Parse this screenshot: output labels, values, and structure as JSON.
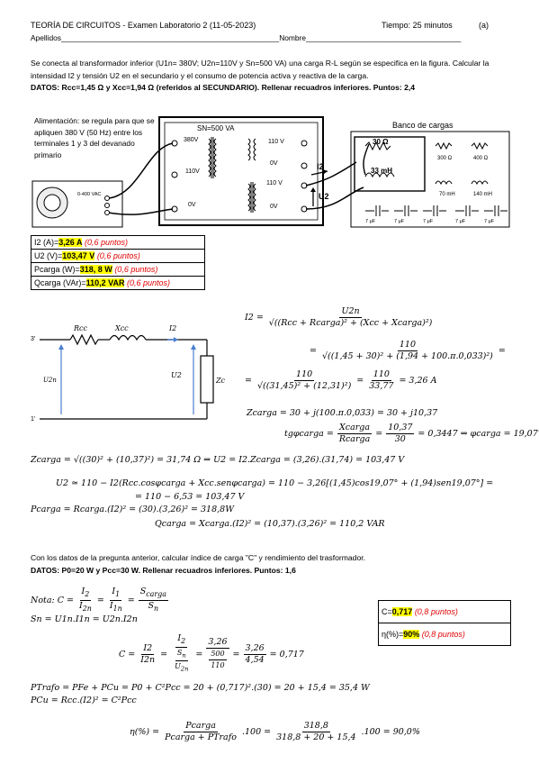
{
  "header": {
    "title": "TEORÍA DE CIRCUITOS - Examen Laboratorio 2 (11-05-2023)",
    "time": "Tiempo: 25 minutos",
    "variant": "(a)",
    "apellidos": "Apellidos____________________________________________________Nombre_____________________________________",
    "intro1": "Se conecta al transformador inferior (U1n= 380V; U2n=110V y Sn=500 VA) una carga R-L según se especifica en la figura. Calcular la intensidad I2 y tensión U2 en el secundario y el consumo de potencia activa y reactiva de la carga.",
    "datos1": "DATOS: Rcc=1,45 Ω y Xcc=1,94 Ω (referidos al SECUNDARIO). Rellenar recuadros inferiores. Puntos: 2,4"
  },
  "figure": {
    "note": "Alimentación: se regula para que se apliquen 380 V (50 Hz) entre los terminales 1 y 3 del devanado primario",
    "sn": "SN=500 VA",
    "v380": "380V",
    "v110a": "110V",
    "v0a": "0V",
    "v110b": "110 V",
    "v0b": "0V",
    "v110c": "110 V",
    "v0c": "0V",
    "vac": "0-400 VAC",
    "banco": "Banco de cargas",
    "r30": "30 Ω",
    "l33": "33 mH",
    "r300": "300 Ω",
    "r400": "400 Ω",
    "l70": "70 mH",
    "l140": "140 mH",
    "c7": "7 μF",
    "i2": "I2",
    "u2": "U2"
  },
  "answers1": [
    {
      "label": "I2 (A)=",
      "value": "3,26 A",
      "pts": "(0,6 puntos)"
    },
    {
      "label": "U2 (V)=",
      "value": "103,47 V",
      "pts": "(0,6 puntos)"
    },
    {
      "label": "Pcarga (W)=",
      "value": "318, 8 W",
      "pts": "(0,6 puntos)"
    },
    {
      "label": "Qcarga (VAr)=",
      "value": "110,2 VAR",
      "pts": "(0,6 puntos)"
    }
  ],
  "circuit": {
    "rcc": "Rcc",
    "xcc": "Xcc",
    "i2": "I2",
    "u2n": "U2n",
    "u2": "U2",
    "zc": "Zc",
    "n3": "3'",
    "n1": "1'"
  },
  "calc1": {
    "i2_eq": "I2 =",
    "i2_num": "U2n",
    "i2_den": "√((Rcc + Rcarga)² + (Xcc + Xcarga)²)",
    "eq2_num": "110",
    "eq2_den": "√((1,45 + 30)² + (1,94 + 100.π.0,033)²)",
    "eq3_num": "110",
    "eq3_den": "√((31,45)² + (12,31)²)",
    "eq3_num2": "110",
    "eq3_den2": "33,77",
    "eq3_res": "= 3,26 A",
    "zcarga": "Zcarga = 30 + j(100.π.0,033) = 30 + j10,37",
    "tg": "tgφcarga =",
    "tg_num": "Xcarga",
    "tg_den": "Rcarga",
    "tg_num2": "10,37",
    "tg_den2": "30",
    "tg_res": "= 0,3447 ⇒ φcarga = 19,07°",
    "zmod": "Zcarga = √((30)² + (10,37)²) = 31,74 Ω ⇒ U2 = I2.Zcarga = (3,26).(31,74) = 103,47 V",
    "u2approx": "U2 ≃ 110 − I2(Rcc.cosφcarga + Xcc.senφcarga) = 110 − 3,26[(1,45)cos19,07° + (1,94)sen19,07°] =",
    "u2res": "= 110 − 6,53 = 103,47 V",
    "pcarga": "Pcarga = Rcarga.(I2)² = (30).(3,26)² = 318,8W",
    "qcarga": "Qcarga = Xcarga.(I2)² = (10,37).(3,26)² = 110,2 VAR"
  },
  "part2": {
    "intro": "Con los datos de la pregunta anterior, calcular índice de carga \"C\" y rendimiento del trasformador.",
    "datos": "DATOS: P0=20 W y Pcc=30 W. Rellenar recuadros inferiores. Puntos: 1,6",
    "nota": "Nota: C =",
    "sn_eq": "Sn = U1n.I1n = U2n.I2n",
    "c_eq": "C =",
    "c_res": "= 0,717",
    "c_n1": "I2",
    "c_d1": "I2n",
    "c_n2": "3,26",
    "c_d2n": "500",
    "c_d2d": "110",
    "c_n3": "3,26",
    "c_d3": "4,54",
    "ptrafo": "PTrafo = PFe + PCu = P0 + C²Pcc = 20 + (0,717)².(30) = 20 + 15,4 = 35,4 W",
    "pcu": "PCu = Rcc.(I2)² = C²Pcc",
    "eta": "η(%) =",
    "eta_num": "Pcarga",
    "eta_den": "Pcarga + PTrafo",
    "eta_num2": "318,8",
    "eta_den2": "318,8 + 20 + 15,4",
    "eta_res": ".100 = 90,0%",
    "eta_mid": ".100 =",
    "answers": [
      {
        "label": "C=",
        "value": "0,717",
        "pts": "(0,8 puntos)"
      },
      {
        "label": "η(%)=",
        "value": "90%",
        "pts": "(0,8 puntos)"
      }
    ]
  }
}
